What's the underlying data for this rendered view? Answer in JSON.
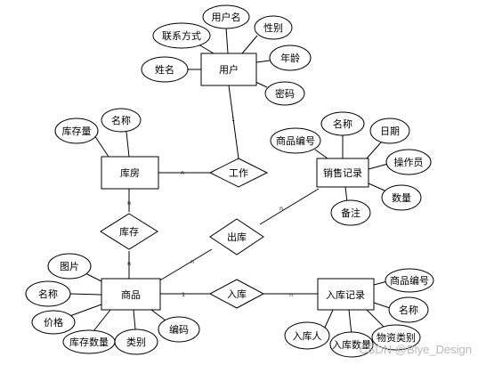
{
  "entities": {
    "user": "用户",
    "warehouse": "库房",
    "sales": "销售记录",
    "product": "商品",
    "inbound": "入库记录"
  },
  "relations": {
    "work": "工作",
    "stock": "库存",
    "outbound": "出库",
    "in": "入库"
  },
  "attributes": {
    "user_contact": "联系方式",
    "user_username": "用户名",
    "user_gender": "性别",
    "user_name": "姓名",
    "user_age": "年龄",
    "user_password": "密码",
    "wh_stock_qty": "库存量",
    "wh_name": "名称",
    "sales_product_no": "商品编号",
    "sales_name": "名称",
    "sales_date": "日期",
    "sales_operator": "操作员",
    "sales_quantity": "数量",
    "sales_note": "备注",
    "prod_image": "图片",
    "prod_name": "名称",
    "prod_price": "价格",
    "prod_stock_qty": "库存数量",
    "prod_category": "类别",
    "prod_code": "编码",
    "in_product_no": "商品编号",
    "in_name": "名称",
    "in_person": "入库人",
    "in_quantity": "入库数量",
    "in_material_type": "物资类别"
  },
  "cardinalities": {
    "user_work": "1",
    "work_warehouse": "n",
    "warehouse_stock": "n",
    "stock_product": "n",
    "product_outbound": "n",
    "outbound_sales": "n",
    "product_in": "1",
    "in_inbound": "n"
  },
  "watermark": "CSDN @Blye_Design"
}
